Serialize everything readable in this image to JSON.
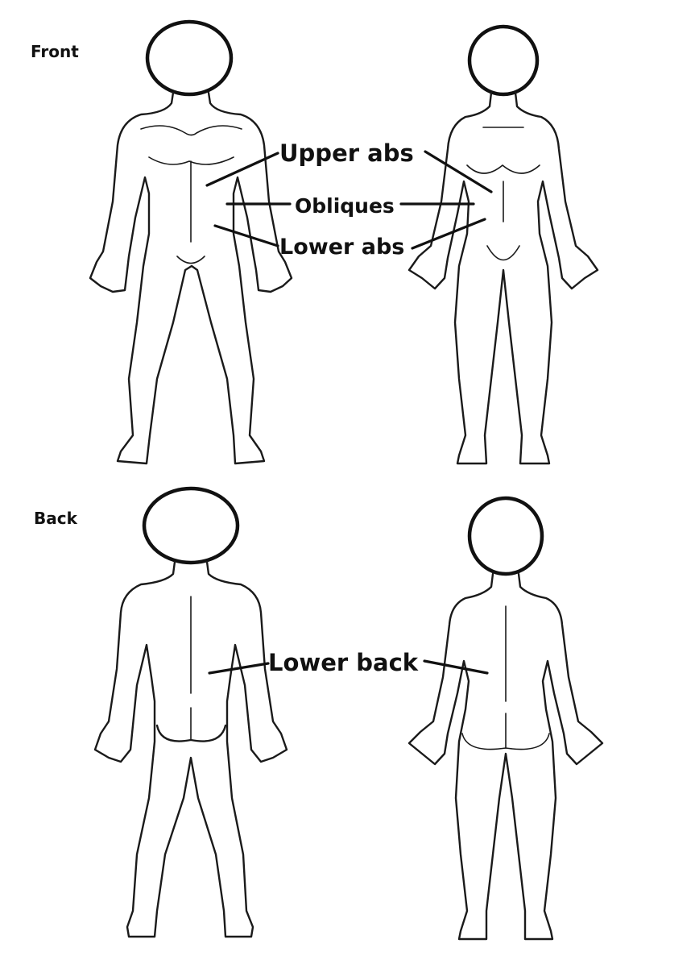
{
  "sections": {
    "front": "Front",
    "back": "Back"
  },
  "labels": {
    "upper_abs": "Upper abs",
    "obliques": "Obliques",
    "lower_abs": "Lower abs",
    "lower_back": "Lower back"
  },
  "colors": {
    "ink": "#111111",
    "background": "#ffffff"
  }
}
